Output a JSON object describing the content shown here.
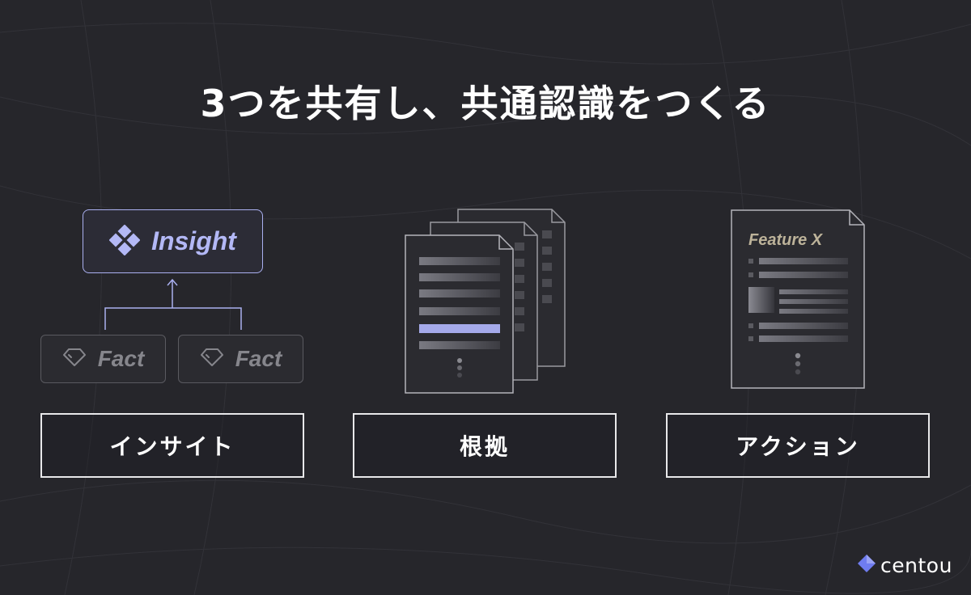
{
  "title": "3つを共有し、共通認識をつくる",
  "insight": {
    "label": "Insight",
    "facts": [
      "Fact",
      "Fact"
    ]
  },
  "feature": {
    "heading": "Feature X"
  },
  "labels": {
    "insight": "インサイト",
    "evidence": "根拠",
    "action": "アクション"
  },
  "brand": {
    "name": "centou"
  },
  "colors": {
    "background": "#26262b",
    "accent": "#aab0f0",
    "feature_heading": "#bdb39a",
    "text": "#ffffff"
  },
  "icons": [
    "diamond-cluster-icon",
    "gem-icon",
    "document-icon",
    "centou-logo-icon"
  ]
}
